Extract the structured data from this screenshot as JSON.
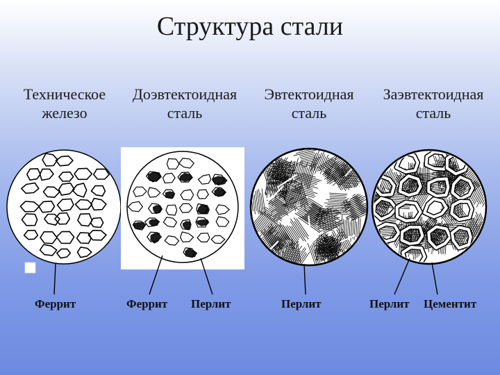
{
  "title": "Структура стали",
  "columns": [
    {
      "heading_line1": "Техническое",
      "heading_line2": "железо",
      "labels": [
        "Феррит"
      ]
    },
    {
      "heading_line1": "Доэвтектоидная",
      "heading_line2": "сталь",
      "labels": [
        "Феррит",
        "Перлит"
      ]
    },
    {
      "heading_line1": "Эвтектоидная",
      "heading_line2": "сталь",
      "labels": [
        "Перлит"
      ]
    },
    {
      "heading_line1": "Заэвтектоидная",
      "heading_line2": "сталь",
      "labels": [
        "Перлит",
        "Цементит"
      ]
    }
  ],
  "colors": {
    "outline": "#000000",
    "grain_fill": "#ffffff",
    "background_top": "#ffffff",
    "background_bottom": "#6d8ae1"
  }
}
